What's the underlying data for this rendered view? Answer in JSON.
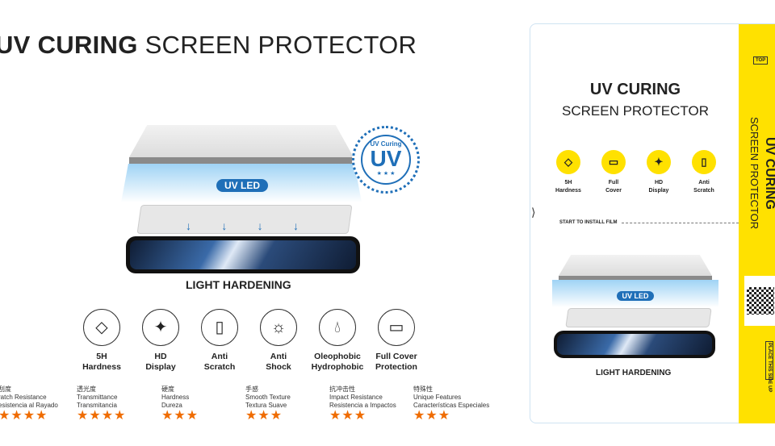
{
  "title": {
    "bold": "UV CURING",
    "light": "SCREEN PROTECTOR"
  },
  "diagram": {
    "led_label": "UV LED",
    "caption": "LIGHT HARDENING",
    "badge_ring": "UV Curing",
    "badge_main": "UV",
    "badge_stars": "★ ★ ★"
  },
  "features": [
    {
      "icon": "diamond-icon",
      "line1": "5H",
      "line2": "Hardness"
    },
    {
      "icon": "hd-display-icon",
      "line1": "HD",
      "line2": "Display"
    },
    {
      "icon": "anti-scratch-icon",
      "line1": "Anti",
      "line2": "Scratch"
    },
    {
      "icon": "anti-shock-icon",
      "line1": "Anti",
      "line2": "Shock"
    },
    {
      "icon": "droplet-icon",
      "line1": "Oleophobic",
      "line2": "Hydrophobic"
    },
    {
      "icon": "full-cover-icon",
      "line1": "Full Cover",
      "line2": "Protection"
    }
  ],
  "specs": [
    {
      "zh": "刮度",
      "en": "ratch Resistance",
      "es": "esistencia al Rayado",
      "rating": 4
    },
    {
      "zh": "透光度",
      "en": "Transmittance",
      "es": "Transmitancia",
      "rating": 4
    },
    {
      "zh": "硬度",
      "en": "Hardness",
      "es": "Dureza",
      "rating": 3
    },
    {
      "zh": "手感",
      "en": "Smooth Texture",
      "es": "Textura Suave",
      "rating": 3
    },
    {
      "zh": "抗冲击性",
      "en": "Impact Resistance",
      "es": "Resistencia a Impactos",
      "rating": 3
    },
    {
      "zh": "特殊性",
      "en": "Unique Features",
      "es": "Características Especiales",
      "rating": 3
    }
  ],
  "package": {
    "title1": "UV CURING",
    "title2": "SCREEN PROTECTOR",
    "features": [
      {
        "line1": "5H",
        "line2": "Hardness"
      },
      {
        "line1": "Full",
        "line2": "Cover"
      },
      {
        "line1": "HD",
        "line2": "Display"
      },
      {
        "line1": "Anti",
        "line2": "Scratch"
      }
    ],
    "install_label": "START TO INSTALL FILM",
    "led_label": "UV LED",
    "caption": "LIGHT HARDENING",
    "band_title1": "UV CURING",
    "band_title2": "SCREEN PROTECTOR",
    "top_label": "TOP",
    "place_label": "PLACE THIS SIDE UP"
  },
  "colors": {
    "accent_blue": "#1f6fb8",
    "star": "#ef6c00",
    "yellow": "#ffe100"
  }
}
